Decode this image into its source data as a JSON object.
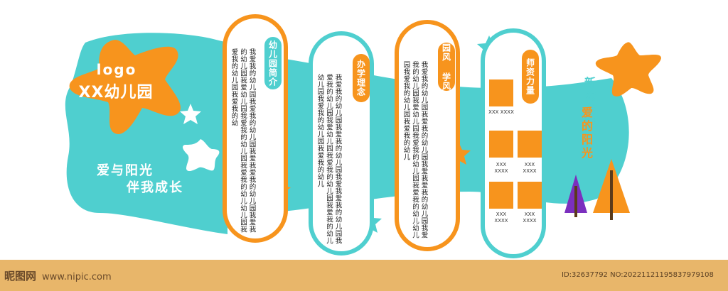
{
  "brand": {
    "logo": "logo",
    "school_name": "XX幼儿园"
  },
  "slogan": {
    "line1": "爱与阳光",
    "line2": "伴我成长"
  },
  "panels": [
    {
      "tag": "幼儿园简介",
      "lines": [
        "我爱我的幼儿园我爱我的幼儿园我爱",
        "我爱我的幼儿园我爱我的幼儿园我爱",
        "幼儿园我爱我的幼儿园我爱我的幼儿",
        "幼儿园我爱我的幼儿园我爱我的幼"
      ]
    },
    {
      "tag": "办学理念",
      "lines": [
        "我爱我的幼儿园我爱我的幼儿园我爱",
        "我爱我的幼儿园我爱我的幼儿园我爱",
        "幼儿园我爱我的幼儿园我爱我的幼儿",
        "幼儿园我爱我的幼儿园我爱我的幼儿"
      ]
    },
    {
      "tag": "园风 学风",
      "lines": [
        "我爱我的幼儿园我爱我的幼儿园我爱",
        "我爱我的幼儿园我爱我的幼儿园我爱",
        "幼儿园我爱我的幼儿园我爱我的幼儿",
        "幼儿园我爱我的幼儿园我爱我的幼儿"
      ]
    }
  ],
  "teachers": {
    "tag": "师资力量",
    "top": {
      "caption": "XXX XXXX"
    },
    "grid": [
      {
        "name": "XXX",
        "title": "XXXX"
      },
      {
        "name": "XXX",
        "title": "XXXX"
      },
      {
        "name": "XXX",
        "title": "XXXX"
      },
      {
        "name": "XXX",
        "title": "XXXX"
      }
    ]
  },
  "wish": {
    "line1": "新的希望",
    "line2": "爱的阳光"
  },
  "watermark": {
    "left": "昵图网",
    "url": "www.nipic.com",
    "id": "ID:32637792 NO:20221121195837979108"
  },
  "colors": {
    "orange": "#f7941d",
    "teal": "#4fcfcf",
    "purple": "#7b2fbe",
    "floor": "#e8b66a"
  }
}
